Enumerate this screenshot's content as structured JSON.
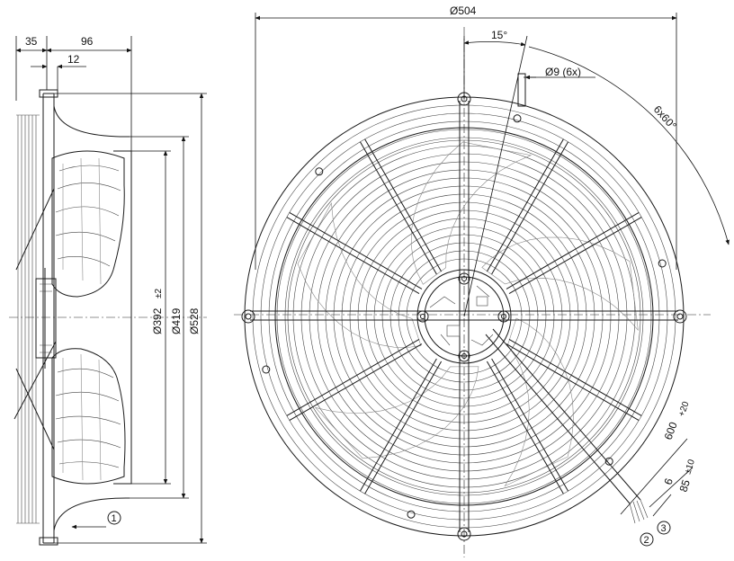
{
  "side_view": {
    "dim_35": "35",
    "dim_96": "96",
    "dim_12": "12",
    "dim_d392": "Ø392",
    "dim_d392_tol": "±2",
    "dim_d419": "Ø419",
    "dim_d528": "Ø528",
    "callout_1": "1"
  },
  "front_view": {
    "dim_d504": "Ø504",
    "dim_15deg": "15°",
    "dim_d9": "Ø9 (6x)",
    "dim_6x60": "6x60°",
    "dim_600": "600",
    "dim_600_tol": "+20",
    "dim_85": "85",
    "dim_85_tol": "±10",
    "dim_6": "6",
    "callout_2": "2",
    "callout_3": "3"
  }
}
